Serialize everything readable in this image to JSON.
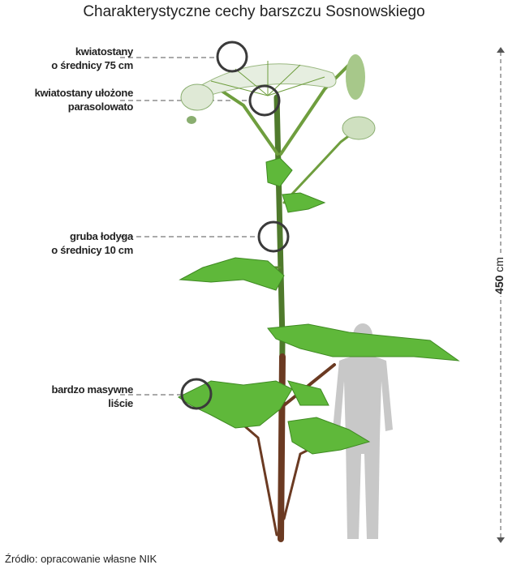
{
  "title": "Charakterystyczne cechy barszczu Sosnowskiego",
  "annotations": [
    {
      "line1": "kwiatostany",
      "line2": "o średnicy 75 cm"
    },
    {
      "line1": "kwiatostany ułożone",
      "line2": "parasolowato"
    },
    {
      "line1": "gruba łodyga",
      "line2": "o średnicy 10 cm"
    },
    {
      "line1": "bardzo masywne",
      "line2": "liście"
    }
  ],
  "height_label": {
    "value": "450",
    "unit": "cm"
  },
  "source": "Źródło: opracowanie własne NIK",
  "colors": {
    "leaf": "#5fb83a",
    "stem": "#5a3a20",
    "circle": "#3a3a3a",
    "human": "#c8c8c8"
  }
}
